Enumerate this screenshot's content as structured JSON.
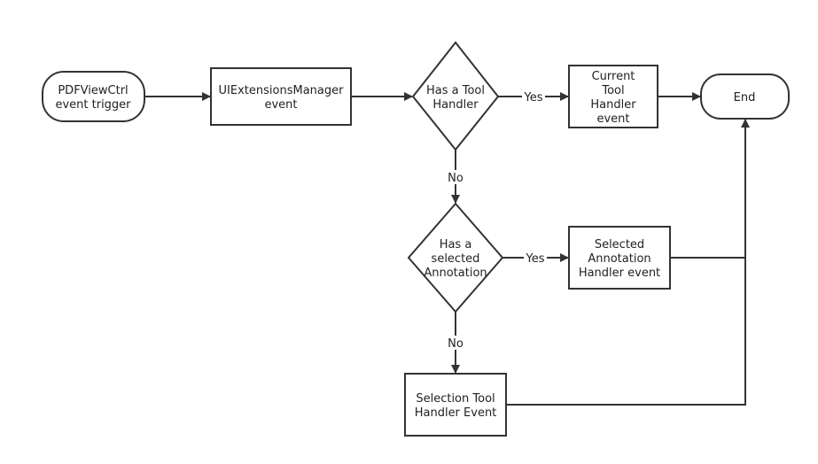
{
  "nodes": {
    "start": {
      "lines": [
        "PDFViewCtrl",
        "event trigger"
      ]
    },
    "ui_manager": {
      "lines": [
        "UIExtensionsManager",
        "event"
      ]
    },
    "has_tool_handler": {
      "lines": [
        "Has a Tool",
        "Handler"
      ]
    },
    "current_tool": {
      "lines": [
        "Current",
        "Tool",
        "Handler",
        "event"
      ]
    },
    "end": {
      "lines": [
        "End"
      ]
    },
    "has_selected_annot": {
      "lines": [
        "Has a",
        "selected",
        "Annotation"
      ]
    },
    "annot_handler": {
      "lines": [
        "Selected",
        "Annotation",
        "Handler event"
      ]
    },
    "selection_tool": {
      "lines": [
        "Selection Tool",
        "Handler Event"
      ]
    }
  },
  "edges": {
    "yes_1": "Yes",
    "no_1": "No",
    "yes_2": "Yes",
    "no_2": "No"
  },
  "colors": {
    "stroke": "#333333",
    "fill": "#ffffff",
    "text": "#222222"
  }
}
